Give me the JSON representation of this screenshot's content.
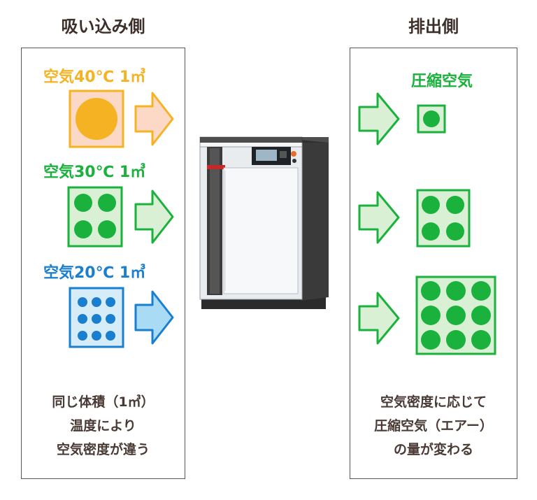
{
  "intake": {
    "heading": "吸い込み側",
    "rows": [
      {
        "label": "空気40℃ 1㎥",
        "color": "#f5b324",
        "fill": "#fbd9c6",
        "arrow_fill": "#fbd9c6",
        "arrow_stroke": "#f5b324",
        "dots": 1
      },
      {
        "label": "空気30℃ 1㎥",
        "color": "#1ab13c",
        "fill": "#d9f0d5",
        "arrow_fill": "#d9f0d5",
        "arrow_stroke": "#1ab13c",
        "dots": 4
      },
      {
        "label": "空気20℃ 1㎥",
        "color": "#1a7fcf",
        "fill": "#d6ecf9",
        "arrow_fill": "#a9dcf4",
        "arrow_stroke": "#1a7fcf",
        "dots": 9
      }
    ],
    "caption": [
      "同じ体積（1㎥）",
      "温度により",
      "空気密度が違う"
    ]
  },
  "outlet": {
    "heading": "排出側",
    "label": "圧縮空気",
    "color": "#1ab13c",
    "rows": [
      {
        "dots": 1
      },
      {
        "dots": 4
      },
      {
        "dots": 9
      }
    ],
    "caption": [
      "空気密度に応じて",
      "圧縮空気（エアー）",
      "の量が変わる"
    ]
  },
  "machine": {
    "name": "compressor-illustration"
  },
  "icons": {
    "arrow": "right-arrow-icon",
    "dots": "air-particles-icon"
  }
}
